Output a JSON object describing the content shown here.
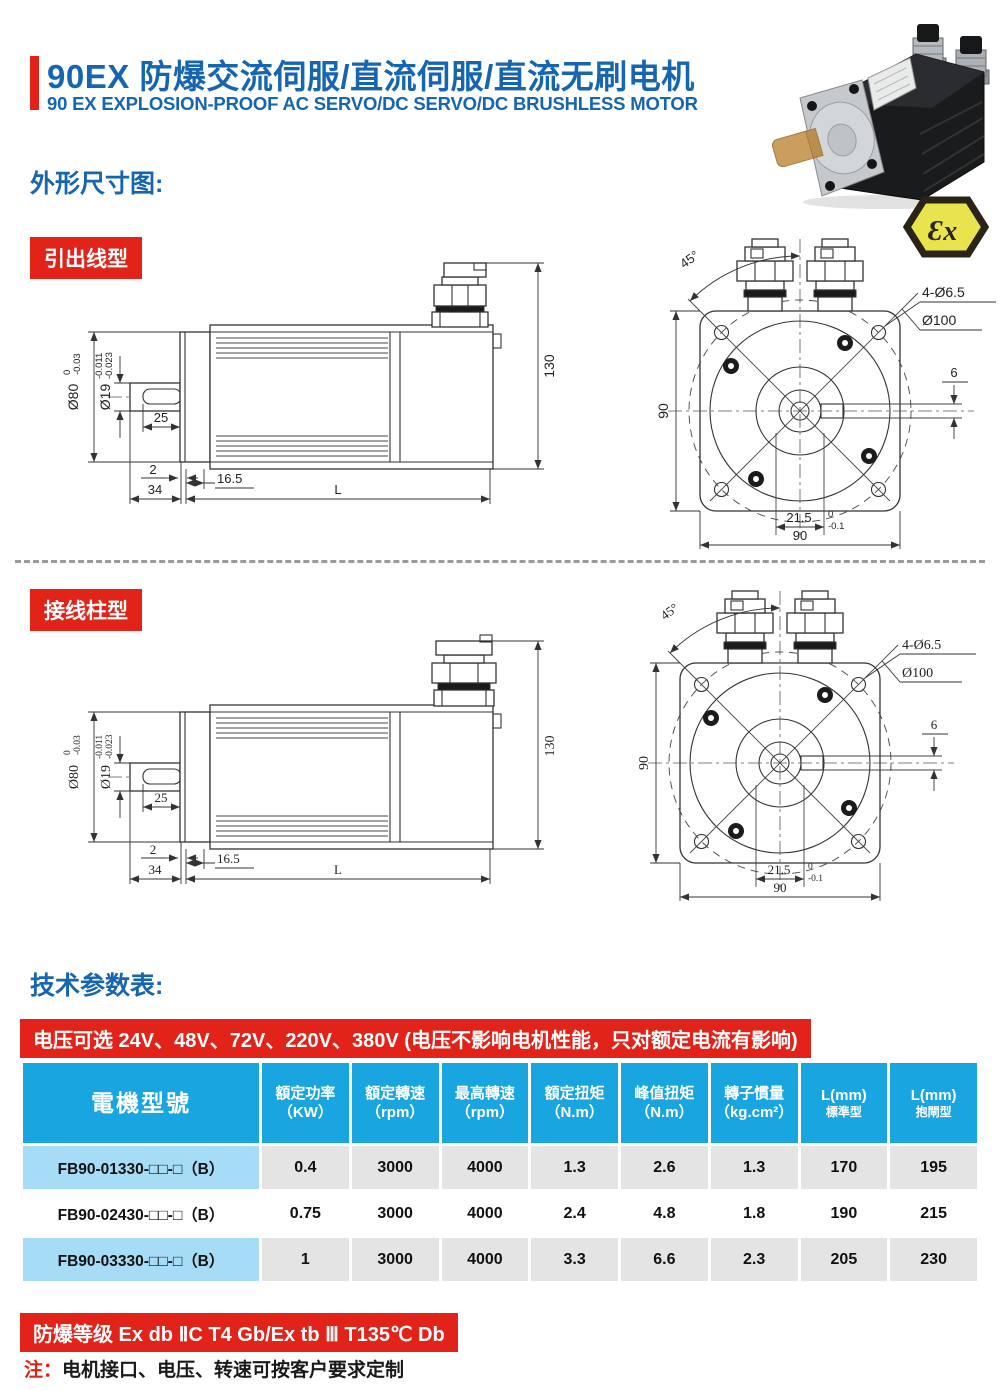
{
  "colors": {
    "blue": "#1565b0",
    "red": "#e2231a",
    "cyan_header": "#18a5e0",
    "light_blue_cell": "#a6dcf5",
    "gray_cell": "#e4e4e4",
    "badge_yellow": "#e9e44e"
  },
  "header": {
    "title": "90EX 防爆交流伺服/直流伺服/直流无刷电机",
    "subtitle": "90 EX EXPLOSION-PROOF AC SERVO/DC SERVO/DC BRUSHLESS MOTOR"
  },
  "sections": {
    "outline_heading": "外形尺寸图:",
    "lead_wire_label": "引出线型",
    "terminal_label": "接线柱型",
    "params_heading": "技术参数表:"
  },
  "badge": {
    "ex_text": "Ɛx"
  },
  "dims": {
    "side": {
      "flange_dia": "Ø80",
      "flange_tol_upper": "0",
      "flange_tol_lower": "-0.03",
      "shaft_dia": "Ø19",
      "shaft_tol_upper": "-0.011",
      "shaft_tol_lower": "-0.023",
      "shaft_len": "25",
      "plate_thk": "2",
      "front_len": "34",
      "boss_len": "16.5",
      "body_len": "L",
      "total_height": "130"
    },
    "front": {
      "angle": "45°",
      "holes": "4-Ø6.5",
      "bolt_circle": "Ø100",
      "height": "90",
      "width": "90",
      "key_offset": "6",
      "key_width": "21.5",
      "key_tol_upper": "0",
      "key_tol_lower": "-0.1"
    }
  },
  "voltage_banner": "电压可选  24V、48V、72V、220V、380V (电压不影响电机性能，只对额定电流有影响)",
  "table": {
    "headers": [
      {
        "t": "電機型號",
        "u": ""
      },
      {
        "t": "額定功率",
        "u": "（KW）"
      },
      {
        "t": "額定轉速",
        "u": "（rpm）"
      },
      {
        "t": "最高轉速",
        "u": "（rpm）"
      },
      {
        "t": "額定扭矩",
        "u": "（N.m）"
      },
      {
        "t": "峰值扭矩",
        "u": "（N.m）"
      },
      {
        "t": "轉子慣量",
        "u": "（kg.cm²）"
      },
      {
        "t": "L(mm)",
        "u": "標準型"
      },
      {
        "t": "L(mm)",
        "u": "抱閘型"
      }
    ],
    "rows": [
      [
        "FB90-01330-□□-□（B）",
        "0.4",
        "3000",
        "4000",
        "1.3",
        "2.6",
        "1.3",
        "170",
        "195"
      ],
      [
        "FB90-02430-□□-□（B）",
        "0.75",
        "3000",
        "4000",
        "2.4",
        "4.8",
        "1.8",
        "190",
        "215"
      ],
      [
        "FB90-03330-□□-□（B）",
        "1",
        "3000",
        "4000",
        "3.3",
        "6.6",
        "2.3",
        "205",
        "230"
      ]
    ]
  },
  "explosion_banner": "防爆等级  Ex db ⅡC T4 Gb/Ex tb Ⅲ T135℃ Db",
  "note": {
    "prefix": "注：",
    "text": "电机接口、电压、转速可按客户要求定制"
  }
}
